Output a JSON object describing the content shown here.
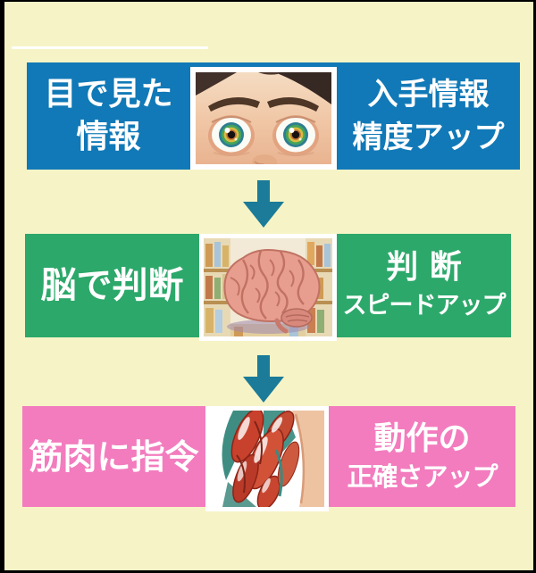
{
  "page": {
    "background_color": "#f6f4c6",
    "border_color": "#000000",
    "topline_color": "#ffffff",
    "text_color": "#ffffff",
    "arrow_color": "#1b7b99"
  },
  "rows": [
    {
      "id": "eyes",
      "band_color": "#1179b7",
      "left": {
        "line1": "目で見た",
        "line2": "情報"
      },
      "image": "eyes-illustration",
      "right": {
        "line1": "入手情報",
        "line2": "精度アップ"
      }
    },
    {
      "id": "brain",
      "band_color": "#2ca86a",
      "left": {
        "line1": "脳で判断"
      },
      "image": "brain-illustration",
      "right": {
        "line1": "判 断",
        "line2": "スピードアップ"
      }
    },
    {
      "id": "muscle",
      "band_color": "#f27cbe",
      "left": {
        "line1": "筋肉に指令"
      },
      "image": "muscle-illustration",
      "right": {
        "line1": "動作の",
        "line2": "正確さアップ"
      }
    }
  ]
}
